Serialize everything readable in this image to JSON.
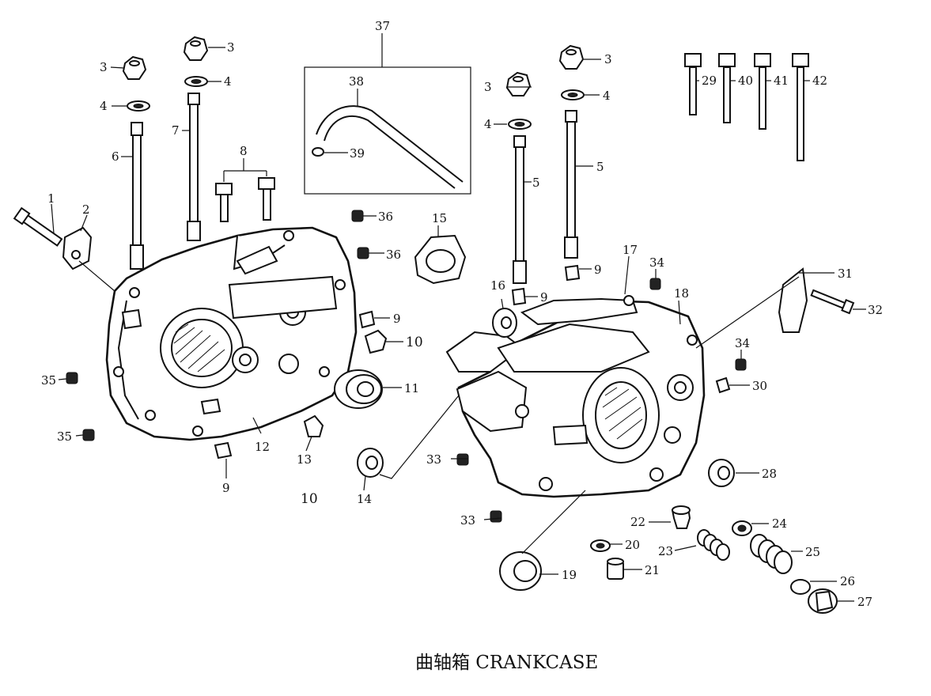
{
  "title": "曲轴箱 CRANKCASE",
  "labels": {
    "l1": "1",
    "l2": "2",
    "l3a": "3",
    "l3b": "3",
    "l3c": "3",
    "l3d": "3",
    "l4a": "4",
    "l4b": "4",
    "l4c": "4",
    "l4d": "4",
    "l5a": "5",
    "l5b": "5",
    "l6": "6",
    "l7": "7",
    "l8": "8",
    "l9a": "9",
    "l9b": "9",
    "l9c": "9",
    "l9d": "9",
    "l10a": "10",
    "l10b": "10",
    "l11": "11",
    "l12": "12",
    "l13": "13",
    "l14": "14",
    "l15": "15",
    "l16": "16",
    "l17": "17",
    "l18": "18",
    "l19": "19",
    "l20": "20",
    "l21": "21",
    "l22": "22",
    "l23": "23",
    "l24": "24",
    "l25": "25",
    "l26": "26",
    "l27": "27",
    "l28": "28",
    "l29": "29",
    "l30": "30",
    "l31": "31",
    "l32": "32",
    "l33a": "33",
    "l33b": "33",
    "l34a": "34",
    "l34b": "34",
    "l35a": "35",
    "l35b": "35",
    "l36a": "36",
    "l36b": "36",
    "l37": "37",
    "l38": "38",
    "l39": "39",
    "l40": "40",
    "l41": "41",
    "l42": "42"
  }
}
